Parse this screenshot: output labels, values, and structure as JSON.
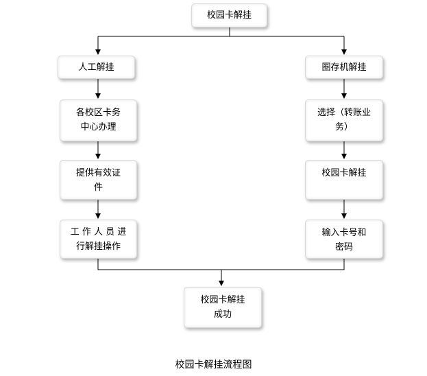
{
  "diagram": {
    "nodes": [
      {
        "id": "start",
        "label": "校园卡解挂"
      },
      {
        "id": "manual",
        "label": "人工解挂"
      },
      {
        "id": "campus-office",
        "label": "各校区卡务\n中心办理"
      },
      {
        "id": "provide-id",
        "label": "提供有效证\n件"
      },
      {
        "id": "staff-op",
        "label": "工 作 人 员 进\n行解挂操作"
      },
      {
        "id": "kiosk",
        "label": "圈存机解挂"
      },
      {
        "id": "select",
        "label": "选择（转账业\n务）"
      },
      {
        "id": "kiosk-unfreeze",
        "label": "校园卡解挂"
      },
      {
        "id": "enter-card",
        "label": "输入卡号和\n密码"
      },
      {
        "id": "success",
        "label": "校园卡解挂\n成功"
      }
    ],
    "edges": [
      [
        "start",
        "manual"
      ],
      [
        "start",
        "kiosk"
      ],
      [
        "manual",
        "campus-office"
      ],
      [
        "campus-office",
        "provide-id"
      ],
      [
        "provide-id",
        "staff-op"
      ],
      [
        "kiosk",
        "select"
      ],
      [
        "select",
        "kiosk-unfreeze"
      ],
      [
        "kiosk-unfreeze",
        "enter-card"
      ],
      [
        "staff-op",
        "success"
      ],
      [
        "enter-card",
        "success"
      ]
    ],
    "caption": "校园卡解挂流程图"
  }
}
